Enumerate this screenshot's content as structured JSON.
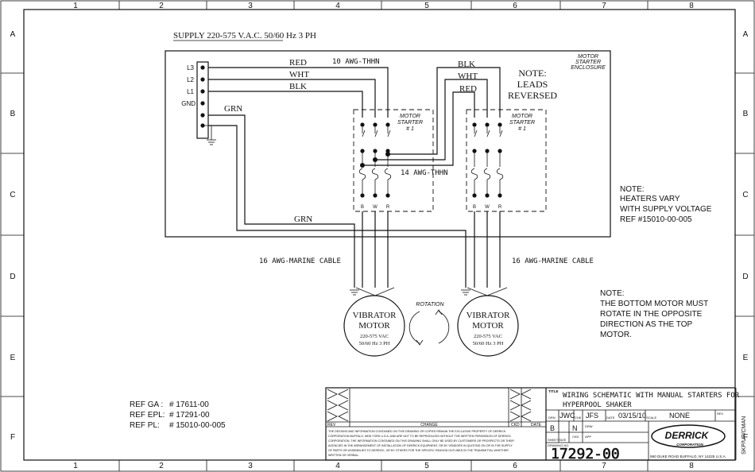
{
  "grid": {
    "columns": [
      "1",
      "2",
      "3",
      "4",
      "5",
      "6",
      "7",
      "8"
    ],
    "rows": [
      "A",
      "B",
      "C",
      "D",
      "E",
      "F"
    ]
  },
  "supply_label": "SUPPLY 220-575 V.A.C. 50/60 Hz 3 PH",
  "enclosure_label": [
    "MOTOR",
    "STARTER",
    "ENCLOSURE"
  ],
  "terminals": [
    "L3",
    "L2",
    "L1",
    "GND"
  ],
  "wires": {
    "red": "RED",
    "wht": "WHT",
    "blk": "BLK",
    "grn": "GRN",
    "awg10": "10 AWG-THHN",
    "awg14": "14 AWG-THHN",
    "marine_left": "16 AWG-MARINE CABLE",
    "marine_right": "16 AWG-MARINE CABLE"
  },
  "starters": [
    {
      "title": [
        "MOTOR",
        "STARTER",
        "# 1"
      ],
      "letters": [
        "B",
        "W",
        "R"
      ]
    },
    {
      "title": [
        "MOTOR",
        "STARTER",
        "# 1"
      ],
      "letters": [
        "B",
        "W",
        "R"
      ]
    }
  ],
  "note_leads": [
    "NOTE:",
    "LEADS",
    "REVERSED"
  ],
  "note_heaters": [
    "NOTE:",
    "HEATERS VARY",
    "WITH SUPPLY VOLTAGE",
    "REF #15010-00-005"
  ],
  "note_rotation": [
    "NOTE:",
    "THE BOTTOM MOTOR MUST",
    "ROTATE IN THE OPPOSITE",
    "DIRECTION AS THE TOP",
    "MOTOR."
  ],
  "rotation_label": "ROTATION",
  "motors": [
    {
      "name": [
        "VIBRATOR",
        "MOTOR"
      ],
      "spec": [
        "220-575 VAC",
        "50/60 Hz 3 PH"
      ]
    },
    {
      "name": [
        "VIBRATOR",
        "MOTOR"
      ],
      "spec": [
        "220-575 VAC",
        "50/60 Hz 3 PH"
      ]
    }
  ],
  "refs": [
    {
      "label": "REF GA :",
      "value": "# 17611-00"
    },
    {
      "label": "REF EPL:",
      "value": "# 17291-00"
    },
    {
      "label": "REF PL:",
      "value": "# 15010-00-005"
    }
  ],
  "title_block": {
    "title_tag": "TITLE",
    "title": [
      "WIRING SCHEMATIC WITH MANUAL STARTERS FOR",
      "HYPERPOOL SHAKER"
    ],
    "rev_header": "REV",
    "change_header": "CHANGE",
    "ckd_header": "CKD",
    "date_header": "DATE",
    "drn_label": "DRN",
    "drn_value": "JWC",
    "chk_label": "CHK",
    "chk_value": "JFS",
    "date_label": "DATE",
    "date_value": "03/15/10",
    "scale_label": "SCALE",
    "scale_value": "NONE",
    "rev_label": "REV",
    "sheet_size": "B",
    "sheet_size_label": "SHEET SIZE",
    "n_value": "N",
    "drw_label": "DRW",
    "app_label": "APP",
    "ckd_label": "CKD",
    "drawing_no_label": "DRAWING NO.",
    "drawing_no": "17292-00",
    "company": "DERRICK",
    "company_sub": "CORPORATION",
    "address": "590 DUKE ROAD BUFFALO, NY 14225 U.S.A.",
    "side_code": "SKP/UP/CMAN",
    "disclaimer": [
      "THE DESIGNS AND INFORMATION CONTAINED ON THIS DRAWING OR COPIES REMAIN THE EXCLUSIVE PROPERTY OF DERRICK",
      "CORPORATION BUFFALO, NEW YORK U.S.A. AND ARE NOT TO BE REPRODUCED WITHOUT THE WRITTEN PERMISSION OF DERRICK",
      "CORPORATION. THE INFORMATION CONTAINED ON THIS DRAWING SHALL ONLY BE USED BY CUSTOMERS OR PROSPECTS OR THEIR",
      "AGENCIES IN THE ARRANGEMENT OF INSTALLATION OF DERRICK EQUIPMENT, OR BY VENDORS IN QUOTING ON OR IN THE SUPPLY",
      "OF PARTS OR ASSEMBLIES TO DERRICK, OR BY OTHERS FOR THE SPECIFIC REASON OUTLINED IN THE TRANSMITTAL WHETHER",
      "WRITTEN OR VERBAL."
    ]
  }
}
